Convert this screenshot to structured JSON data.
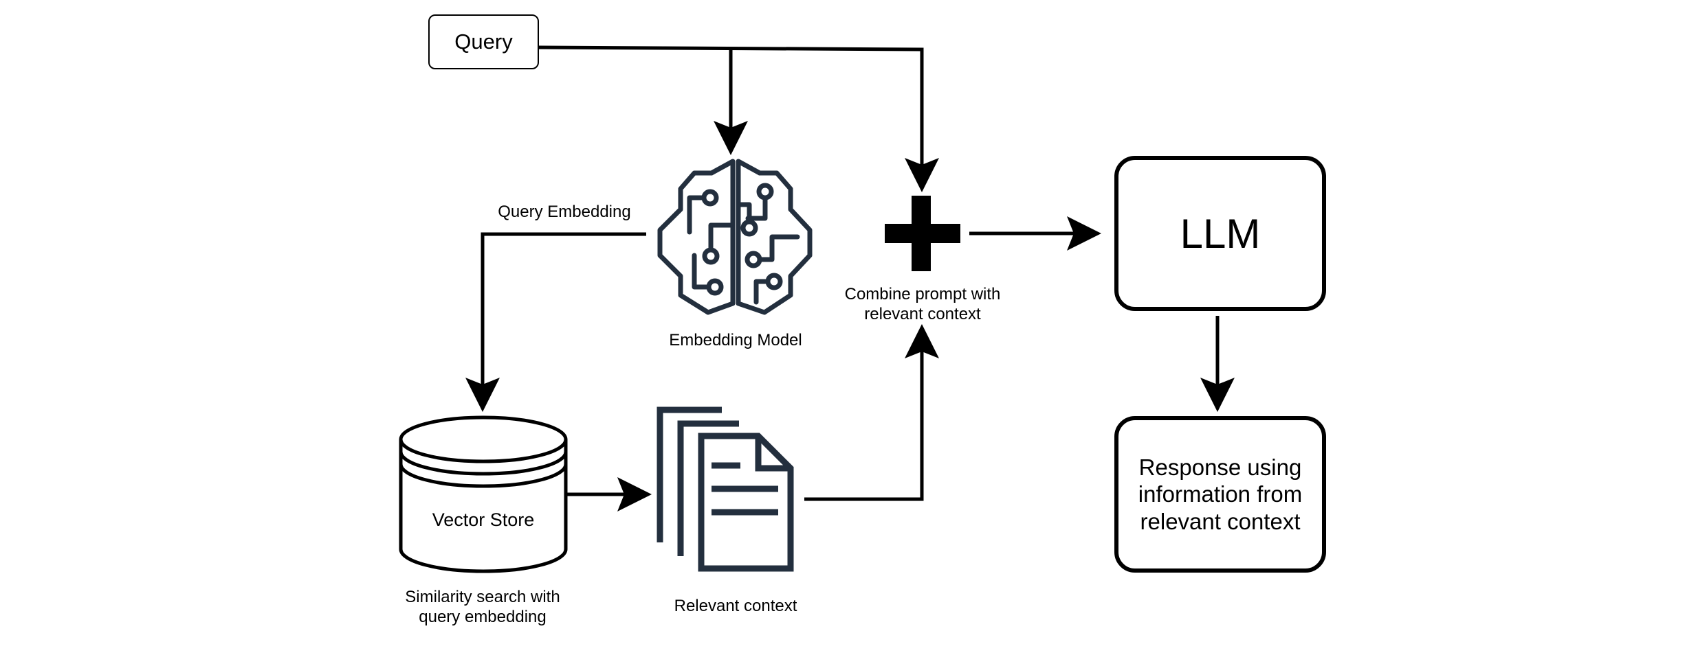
{
  "nodes": {
    "query": "Query",
    "embedding_model": "Embedding Model",
    "vector_store": "Vector Store",
    "relevant_context": "Relevant context",
    "combine": "Combine prompt with relevant context",
    "llm": "LLM",
    "response": "Response using information from relevant context"
  },
  "edge_labels": {
    "query_embedding": "Query Embedding",
    "similarity_search": "Similarity search with query embedding"
  },
  "colors": {
    "stroke": "#000000",
    "icon": "#232f3e"
  },
  "icons": {
    "embedding_model": "brain-circuit-icon",
    "vector_store": "database-cylinder-icon",
    "relevant_context": "documents-stack-icon",
    "combine": "plus-icon"
  }
}
